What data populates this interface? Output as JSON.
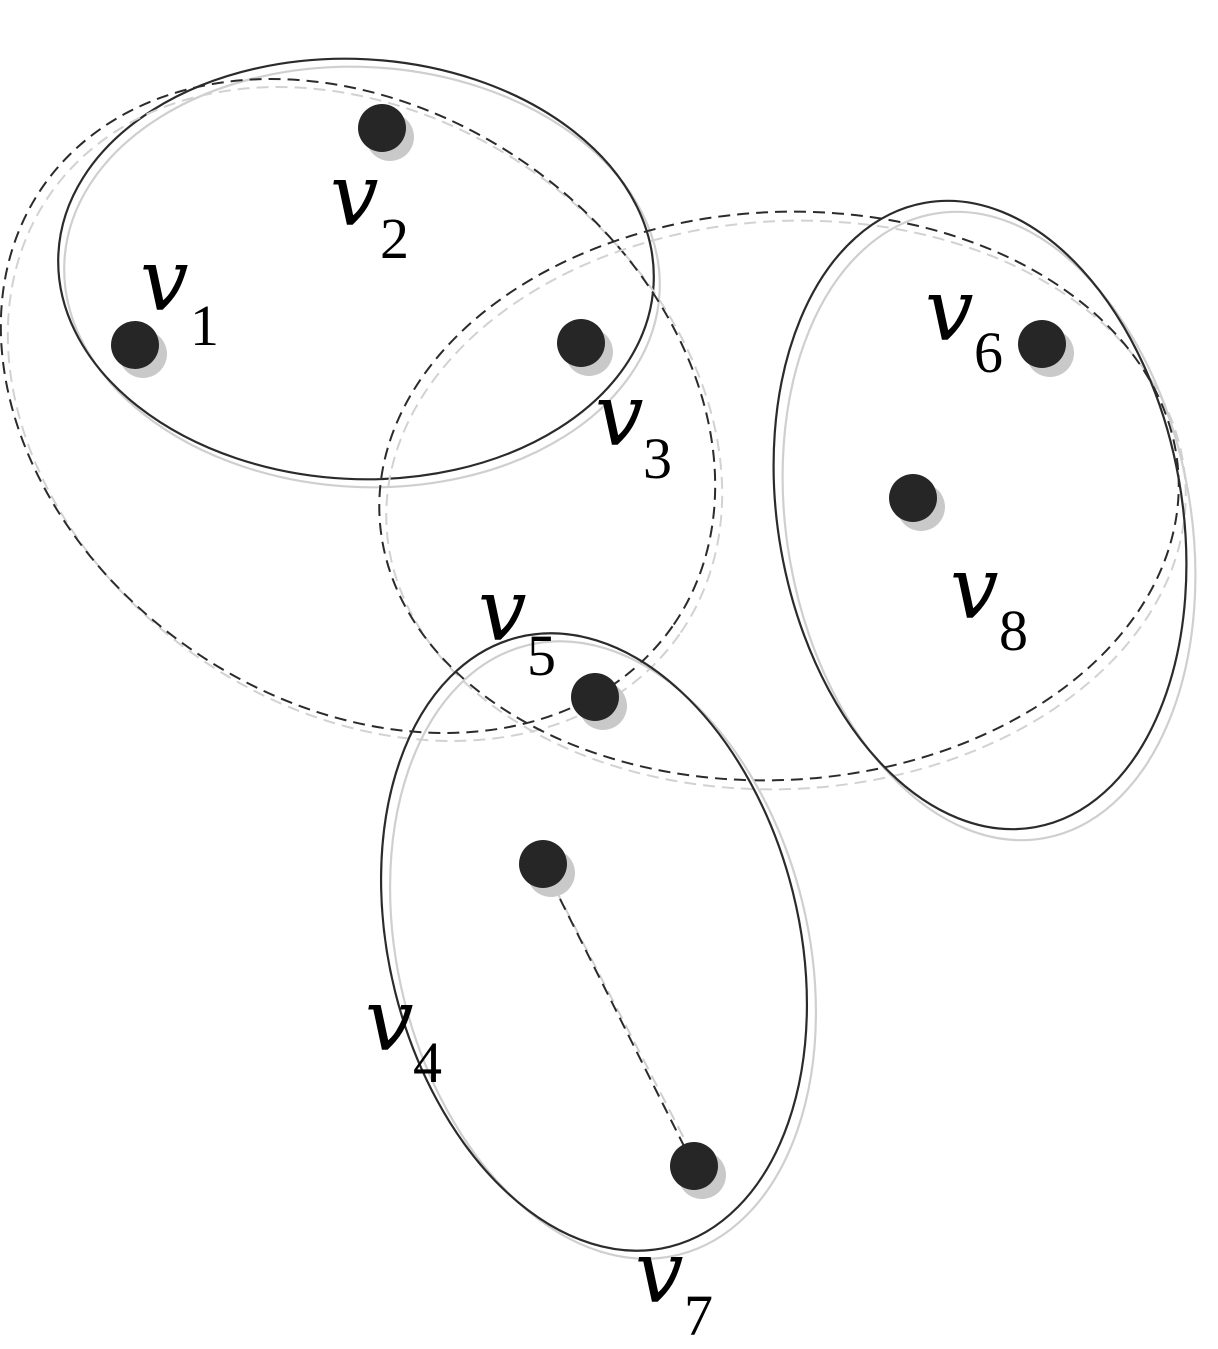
{
  "diagram": {
    "vertices": [
      {
        "id": "v1",
        "base": "v",
        "sub": "1"
      },
      {
        "id": "v2",
        "base": "v",
        "sub": "2"
      },
      {
        "id": "v3",
        "base": "v",
        "sub": "3"
      },
      {
        "id": "v4",
        "base": "v",
        "sub": "4"
      },
      {
        "id": "v5",
        "base": "v",
        "sub": "5"
      },
      {
        "id": "v6",
        "base": "v",
        "sub": "6"
      },
      {
        "id": "v7",
        "base": "v",
        "sub": "7"
      },
      {
        "id": "v8",
        "base": "v",
        "sub": "8"
      }
    ],
    "hyperedges": [
      {
        "members": [
          "v1",
          "v2",
          "v3"
        ],
        "style": "solid"
      },
      {
        "members": [
          "v1",
          "v2",
          "v3",
          "v5"
        ],
        "style": "dashed"
      },
      {
        "members": [
          "v3",
          "v5",
          "v6",
          "v8"
        ],
        "style": "dashed"
      },
      {
        "members": [
          "v6",
          "v8"
        ],
        "style": "solid"
      },
      {
        "members": [
          "v4",
          "v5",
          "v7"
        ],
        "style": "solid"
      }
    ],
    "edges": [
      {
        "from": "v4",
        "to": "v7",
        "style": "dashed"
      }
    ]
  }
}
